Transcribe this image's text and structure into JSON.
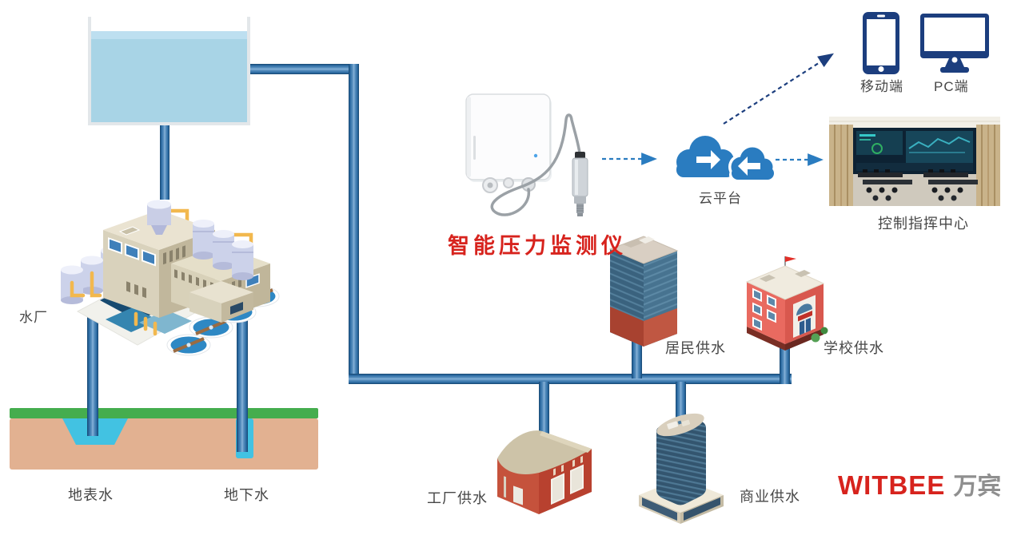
{
  "diagram": {
    "title_device": "智能压力监测仪",
    "source_labels": {
      "water_plant": "水厂",
      "surface_water": "地表水",
      "ground_water": "地下水"
    },
    "cloud_label": "云平台",
    "endpoints": {
      "mobile": "移动端",
      "pc": "PC端",
      "control_center": "控制指挥中心"
    },
    "supply_labels": {
      "factory": "工厂供水",
      "residential": "居民供水",
      "school": "学校供水",
      "commercial": "商业供水"
    },
    "icons": {
      "cloud": "cloud-sync-icon",
      "mobile": "smartphone-icon",
      "pc": "desktop-monitor-icon"
    }
  },
  "logo": {
    "brand_en": "WITBEE",
    "brand_cn": "万宾"
  },
  "colors": {
    "pipe_blue": "#2a6aa2",
    "pipe_edge": "#17466f",
    "tank_water": "#a8d4e6",
    "water_cyan": "#42c2e2",
    "grass_green": "#45ad4e",
    "soil_tan": "#e2b191",
    "cloud_blue": "#2a7cc0",
    "icon_navy": "#1c3e7e",
    "device_label_red": "#d7231d",
    "label_gray": "#474747",
    "logo_gray": "#8f8f8f"
  }
}
